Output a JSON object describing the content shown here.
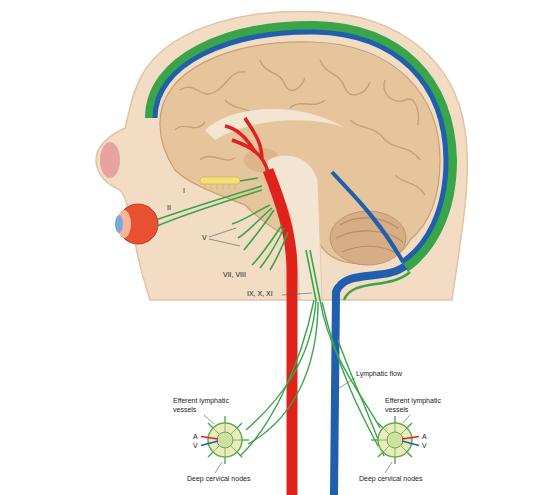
{
  "diagram": {
    "labels": [
      "I",
      "II",
      "V",
      "VII, VIII",
      "IX, X, XI",
      "Lymphatic flow",
      "Efferent lymphatic vessels",
      "A",
      "V",
      "Efferent lymphatic vessels",
      "A",
      "V",
      "Deep cervical nodes",
      "Deep cervical nodes"
    ]
  }
}
